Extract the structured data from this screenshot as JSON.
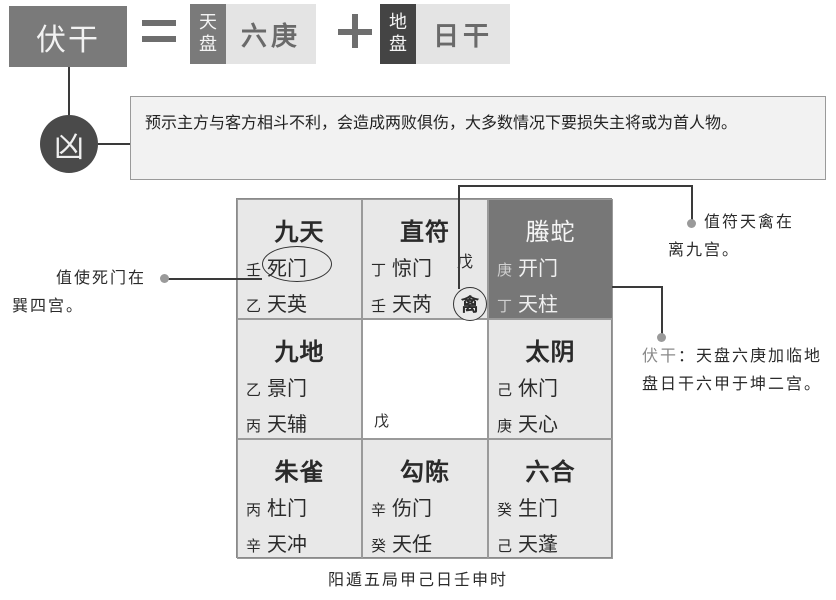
{
  "formula": {
    "result": "伏干",
    "equals": "=",
    "plus": "+",
    "tianpan": {
      "tag_line1": "天",
      "tag_line2": "盘",
      "value": "六庚"
    },
    "dipan": {
      "tag_line1": "地",
      "tag_line2": "盘",
      "value": "日干"
    }
  },
  "verdict": {
    "label": "凶",
    "description": "预示主方与客方相斗不利，会造成两败俱伤，大多数情况下要损失主将或为首人物。"
  },
  "grid": {
    "cells": [
      {
        "god": "九天",
        "stem1": "壬",
        "door": "死门",
        "stem2": "乙",
        "star": "天英"
      },
      {
        "god": "直符",
        "stem1": "丁",
        "door": "惊门",
        "stem2": "壬",
        "star": "天芮"
      },
      {
        "god": "螣蛇",
        "stem1": "庚",
        "door": "开门",
        "stem2": "丁",
        "star": "天柱"
      },
      {
        "god": "九地",
        "stem1": "乙",
        "door": "景门",
        "stem2": "丙",
        "star": "天辅"
      },
      {
        "center_stem": "戊"
      },
      {
        "god": "太阴",
        "stem1": "己",
        "door": "休门",
        "stem2": "庚",
        "star": "天心"
      },
      {
        "god": "朱雀",
        "stem1": "丙",
        "door": "杜门",
        "stem2": "辛",
        "star": "天冲"
      },
      {
        "god": "勾陈",
        "stem1": "辛",
        "door": "伤门",
        "stem2": "癸",
        "star": "天任"
      },
      {
        "god": "六合",
        "stem1": "癸",
        "door": "生门",
        "stem2": "己",
        "star": "天蓬"
      }
    ],
    "side_stem": "戊",
    "qin_marker": "禽"
  },
  "notes": {
    "left": {
      "line1": "值使死门在",
      "line2": "巽四宫。"
    },
    "right_top": {
      "line1": "值符天禽在",
      "line2": "离九宫。"
    },
    "right_bottom": {
      "highlight": "伏干",
      "line1_rest": "：天盘六庚加临地",
      "line2": "盘日干六甲于坤二宫。"
    }
  },
  "caption": "阳遁五局甲己日壬申时"
}
